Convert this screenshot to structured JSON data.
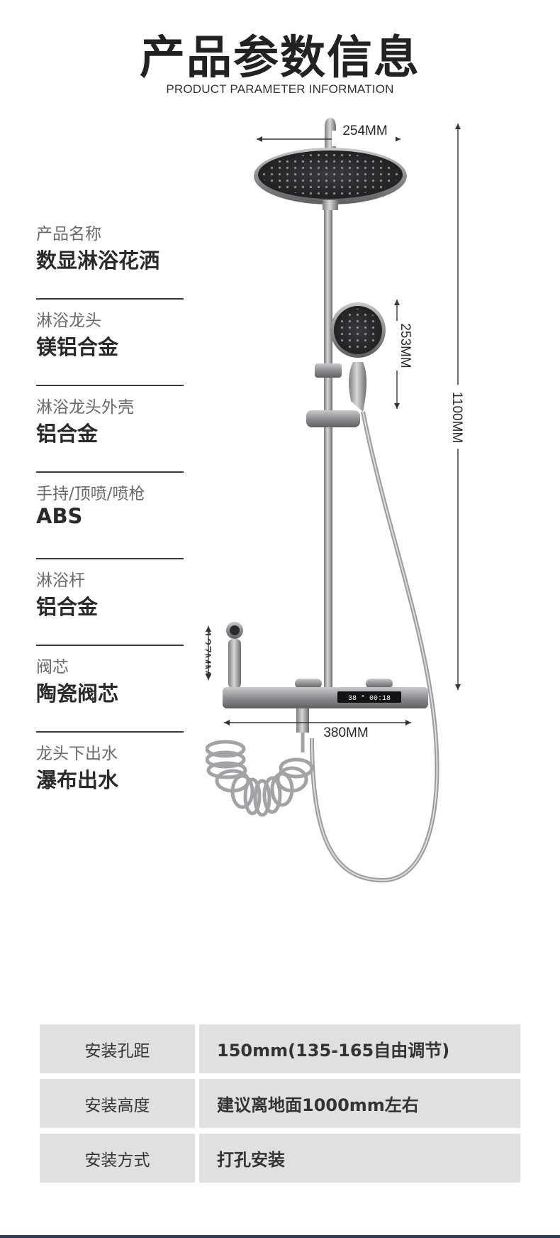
{
  "header": {
    "title": "产品参数信息",
    "subtitle": "PRODUCT PARAMETER INFORMATION"
  },
  "specs": [
    {
      "label": "产品名称",
      "value": "数显淋浴花洒"
    },
    {
      "label": "淋浴龙头",
      "value": "镁铝合金"
    },
    {
      "label": "淋浴龙头外壳",
      "value": "铝合金"
    },
    {
      "label": "手持/顶喷/喷枪",
      "value": "ABS"
    },
    {
      "label": "淋浴杆",
      "value": "铝合金"
    },
    {
      "label": "阀芯",
      "value": "陶瓷阀芯"
    },
    {
      "label": "龙头下出水",
      "value": "瀑布出水"
    }
  ],
  "dimensions": {
    "top_shower_width": "254MM",
    "handheld_height": "253MM",
    "total_height": "1100MM",
    "spray_gun_height": "127MM",
    "mixer_width": "380MM",
    "display_reading": "38 ° 00:18"
  },
  "install_table": [
    {
      "key": "安装孔距",
      "value": "150mm(135-165自由调节)"
    },
    {
      "key": "安装高度",
      "value": "建议离地面1000mm左右"
    },
    {
      "key": "安装方式",
      "value": "打孔安装"
    }
  ]
}
